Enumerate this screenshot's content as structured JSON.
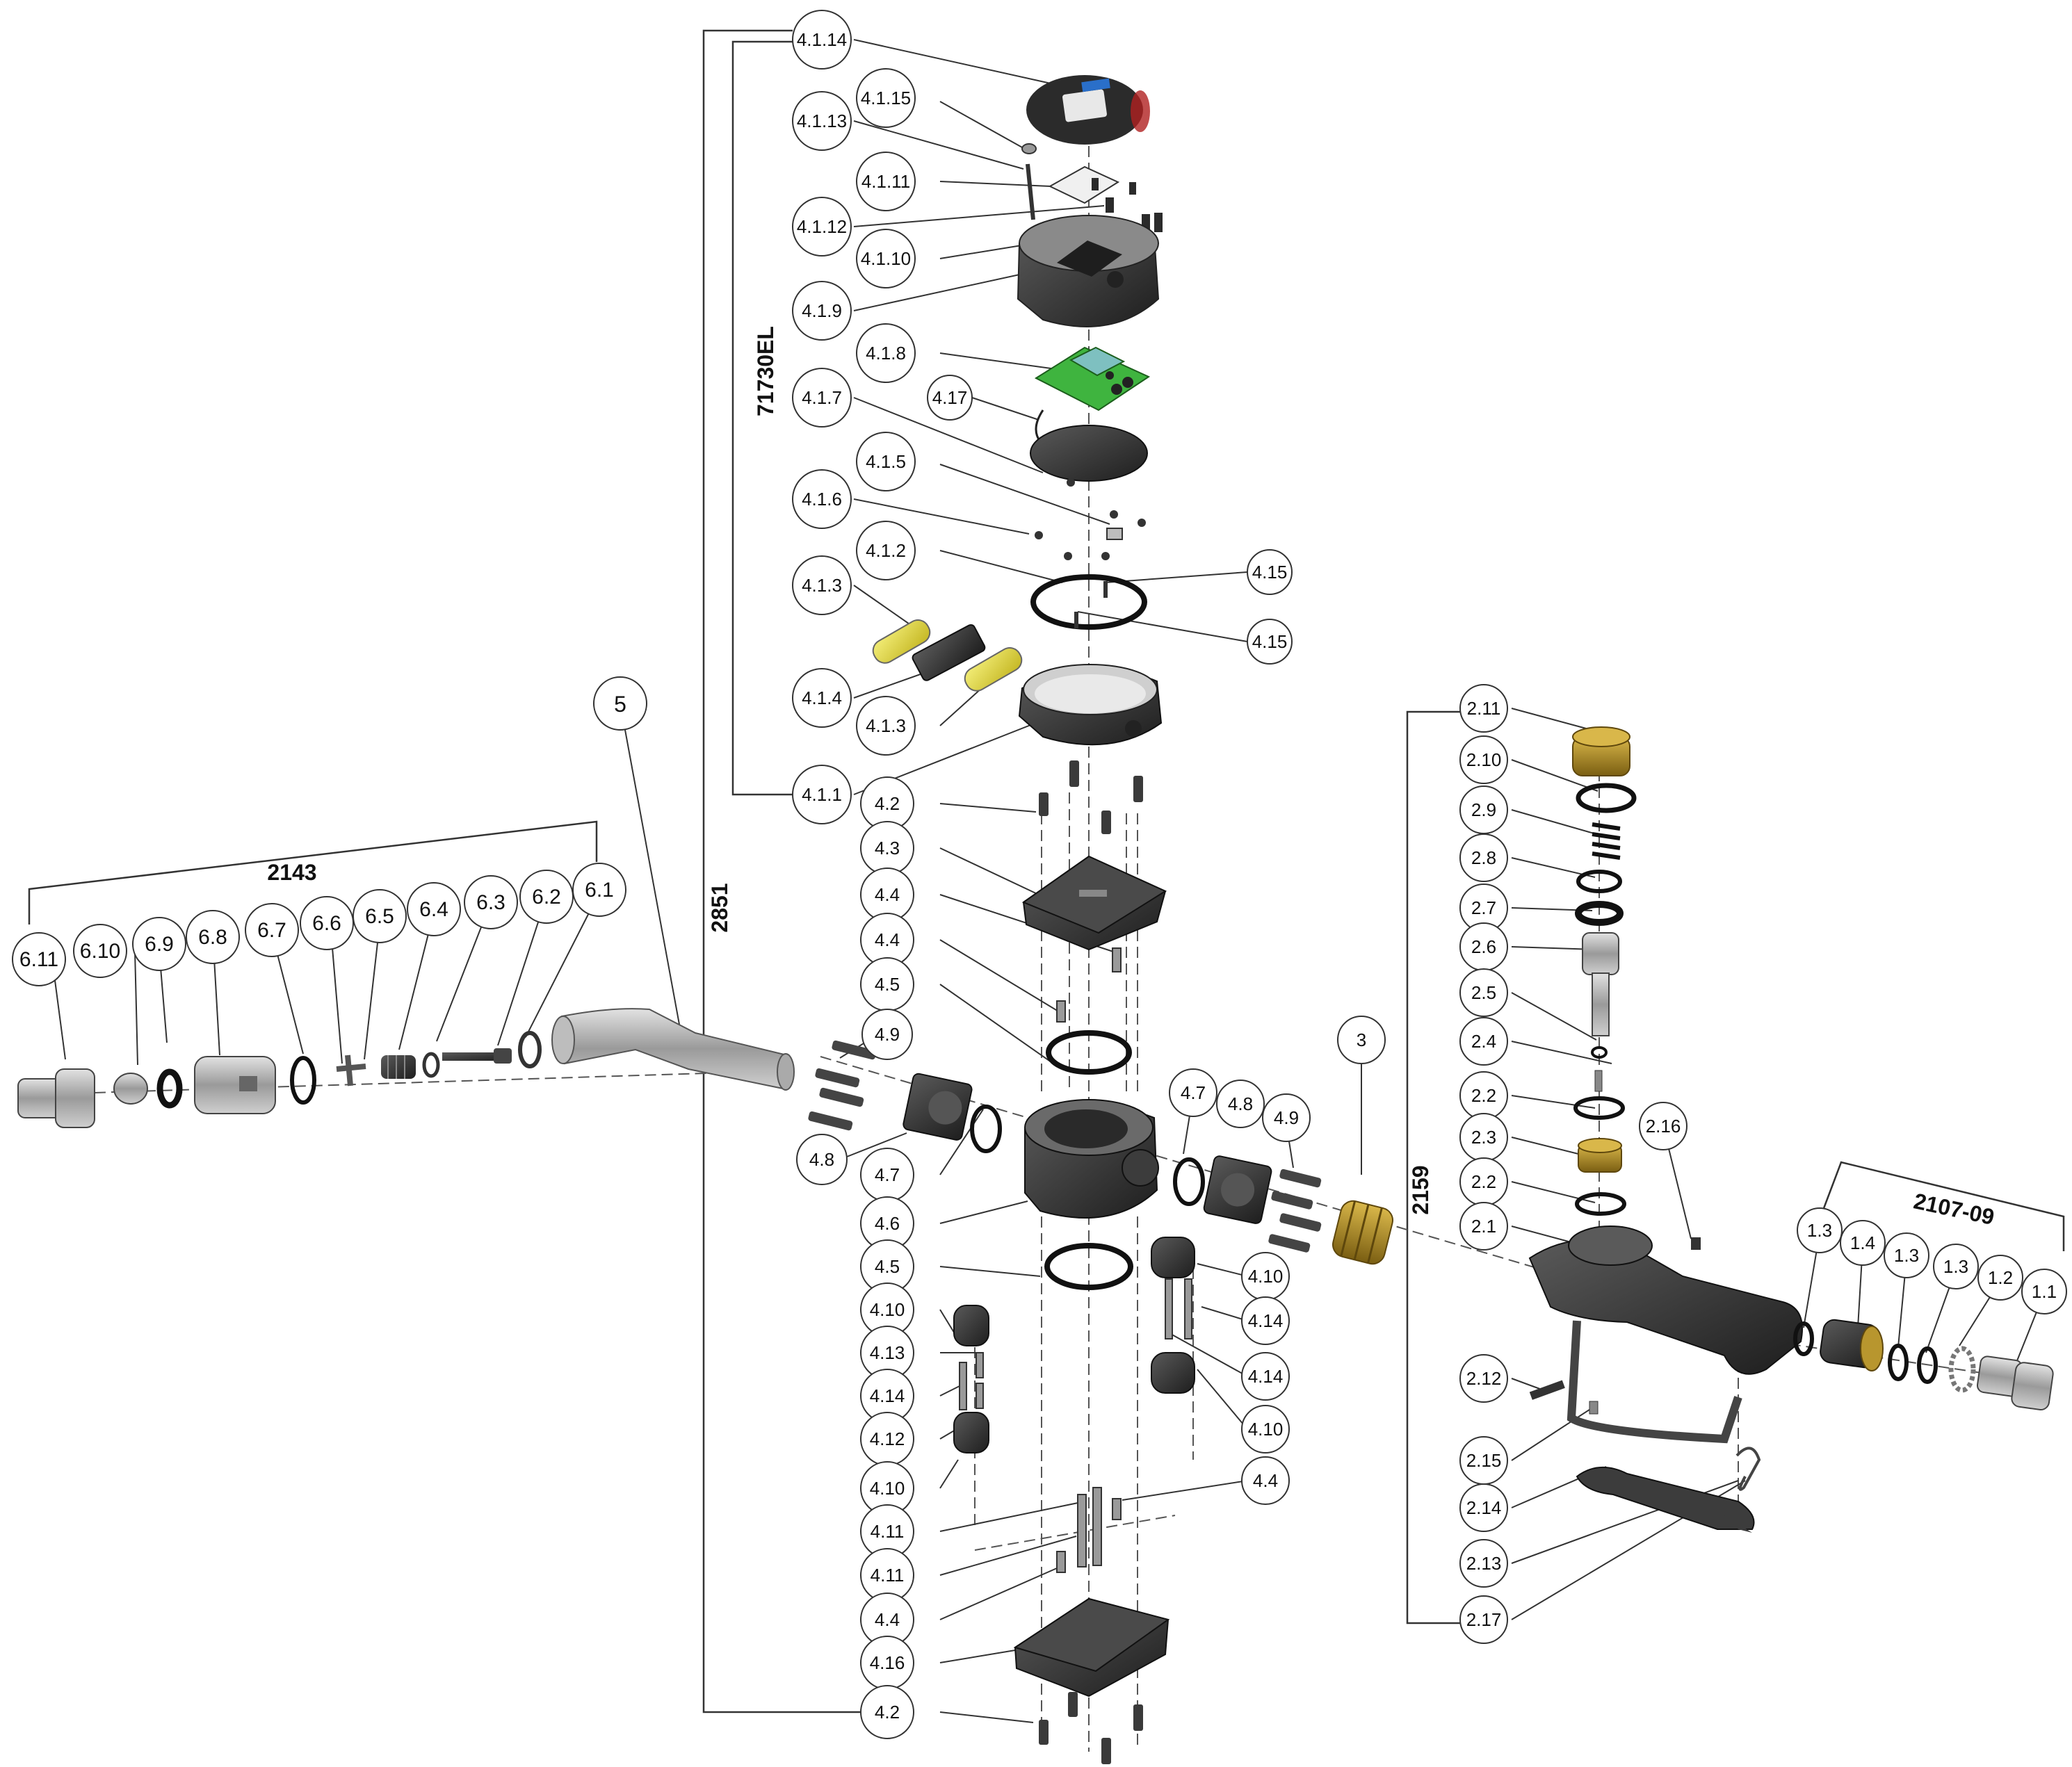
{
  "assemblies": {
    "a71730el": "71730EL",
    "a2851": "2851",
    "a2143": "2143",
    "a2159": "2159",
    "a2107_09": "2107-09"
  },
  "callouts": {
    "c4_1_14": "4.1.14",
    "c4_1_15": "4.1.15",
    "c4_1_13": "4.1.13",
    "c4_1_11": "4.1.11",
    "c4_1_12": "4.1.12",
    "c4_1_10": "4.1.10",
    "c4_1_9": "4.1.9",
    "c4_1_8": "4.1.8",
    "c4_17": "4.17",
    "c4_1_7": "4.1.7",
    "c4_1_5": "4.1.5",
    "c4_1_6": "4.1.6",
    "c4_1_2": "4.1.2",
    "c4_15a": "4.15",
    "c4_15b": "4.15",
    "c4_1_3a": "4.1.3",
    "c4_1_4": "4.1.4",
    "c4_1_3b": "4.1.3",
    "c4_1_1": "4.1.1",
    "c4_2a": "4.2",
    "c4_3": "4.3",
    "c4_4a": "4.4",
    "c4_4b": "4.4",
    "c4_5a": "4.5",
    "c4_9a": "4.9",
    "c4_8a": "4.8",
    "c4_7a": "4.7",
    "c4_6": "4.6",
    "c4_7b": "4.7",
    "c4_8b": "4.8",
    "c4_9b": "4.9",
    "c4_5b": "4.5",
    "c4_10a": "4.10",
    "c4_13": "4.13",
    "c4_14a": "4.14",
    "c4_12": "4.12",
    "c4_10b": "4.10",
    "c4_11a": "4.11",
    "c4_11b": "4.11",
    "c4_4c": "4.4",
    "c4_16": "4.16",
    "c4_2b": "4.2",
    "c4_10c": "4.10",
    "c4_14b": "4.14",
    "c4_14c": "4.14",
    "c4_10d": "4.10",
    "c4_4d": "4.4",
    "c5": "5",
    "c3": "3",
    "c6_11": "6.11",
    "c6_10": "6.10",
    "c6_9": "6.9",
    "c6_8": "6.8",
    "c6_7": "6.7",
    "c6_6": "6.6",
    "c6_5": "6.5",
    "c6_4": "6.4",
    "c6_3": "6.3",
    "c6_2": "6.2",
    "c6_1": "6.1",
    "c2_11": "2.11",
    "c2_10": "2.10",
    "c2_9": "2.9",
    "c2_8": "2.8",
    "c2_7": "2.7",
    "c2_6": "2.6",
    "c2_5": "2.5",
    "c2_4": "2.4",
    "c2_2a": "2.2",
    "c2_3": "2.3",
    "c2_2b": "2.2",
    "c2_1": "2.1",
    "c2_16": "2.16",
    "c2_12": "2.12",
    "c2_15": "2.15",
    "c2_14": "2.14",
    "c2_13": "2.13",
    "c2_17": "2.17",
    "c1_3a": "1.3",
    "c1_4": "1.4",
    "c1_3b": "1.3",
    "c1_3c": "1.3",
    "c1_2": "1.2",
    "c1_1": "1.1"
  },
  "colors": {
    "line": "#333333",
    "part_dark": "#2b2b2b",
    "part_mid": "#6e6e6e",
    "part_light": "#b5b5b5",
    "pcb_green": "#3fb43f",
    "battery_yellow": "#e3d93a",
    "brass": "#b8962e",
    "display_red": "#b02020",
    "display_blue": "#2a6fc9"
  }
}
